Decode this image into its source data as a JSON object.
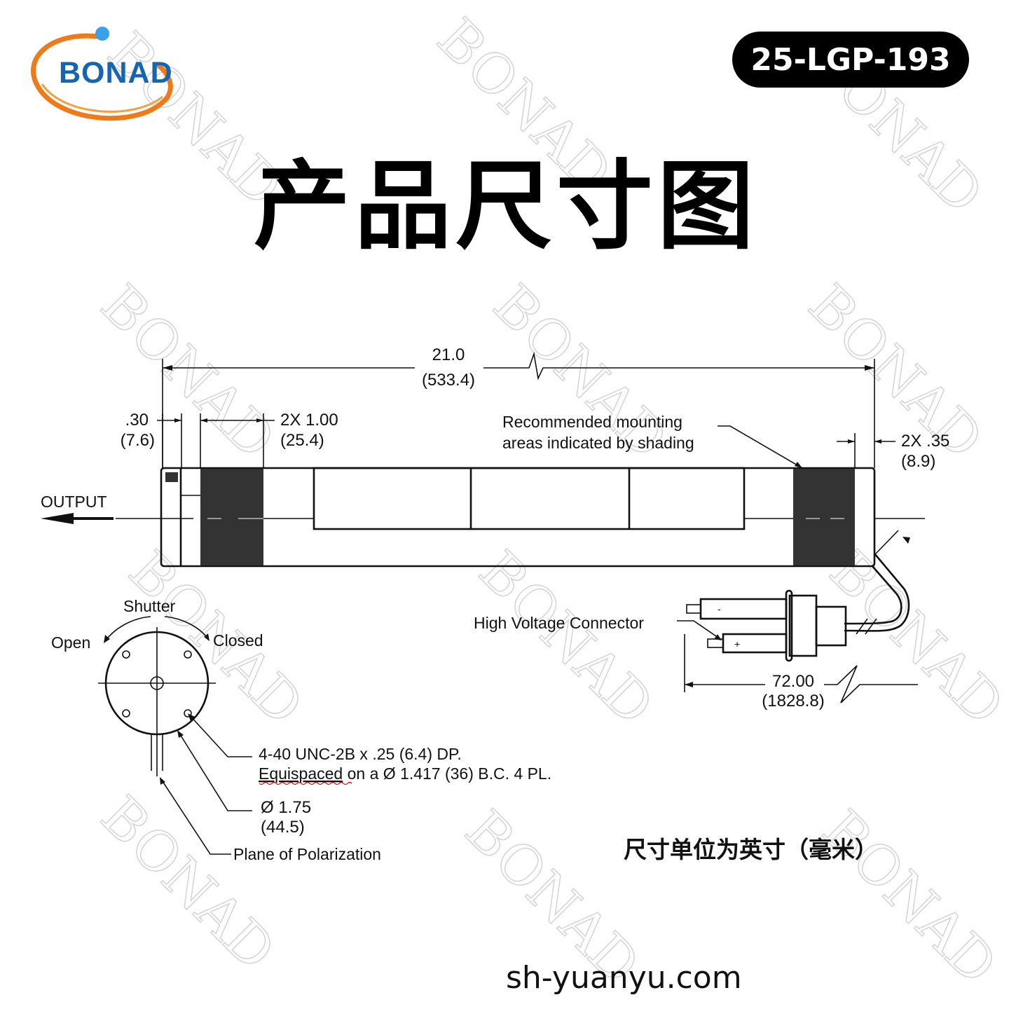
{
  "logo": {
    "text": "BONAD",
    "colors": {
      "blue": "#1565b0",
      "orange": "#f07a1a",
      "dot": "#3aa0e8"
    }
  },
  "badge": {
    "text": "25-LGP-193",
    "bg": "#000000",
    "fg": "#ffffff"
  },
  "title": "产品尺寸图",
  "watermark": "BONAD",
  "dimensions": {
    "overall": {
      "in": "21.0",
      "mm": "(533.4)"
    },
    "end_offset": {
      "in": ".30",
      "mm": "(7.6)"
    },
    "mount_width": {
      "in": "2X 1.00",
      "mm": "(25.4)"
    },
    "right_offset": {
      "in": "2X .35",
      "mm": "(8.9)"
    },
    "cable_length": {
      "in": "72.00",
      "mm": "(1828.8)"
    },
    "diameter": {
      "in": "Ø 1.75",
      "mm": "(44.5)"
    }
  },
  "labels": {
    "mounting_line1": "Recommended mounting",
    "mounting_line2": "areas indicated by shading",
    "output": "OUTPUT",
    "hv_connector": "High Voltage Connector",
    "shutter": "Shutter",
    "open": "Open",
    "closed": "Closed",
    "thread_line1": "4-40 UNC-2B x .25 (6.4) DP.",
    "thread_line2_a": "Equispaced",
    "thread_line2_b": " on a Ø 1.417 (36) B.C. 4 PL.",
    "polarization": "Plane of Polarization",
    "units_note": "尺寸单位为英寸（毫米）",
    "pin_minus": "-",
    "pin_plus": "+"
  },
  "footer": {
    "url": "sh-yuanyu.com"
  }
}
